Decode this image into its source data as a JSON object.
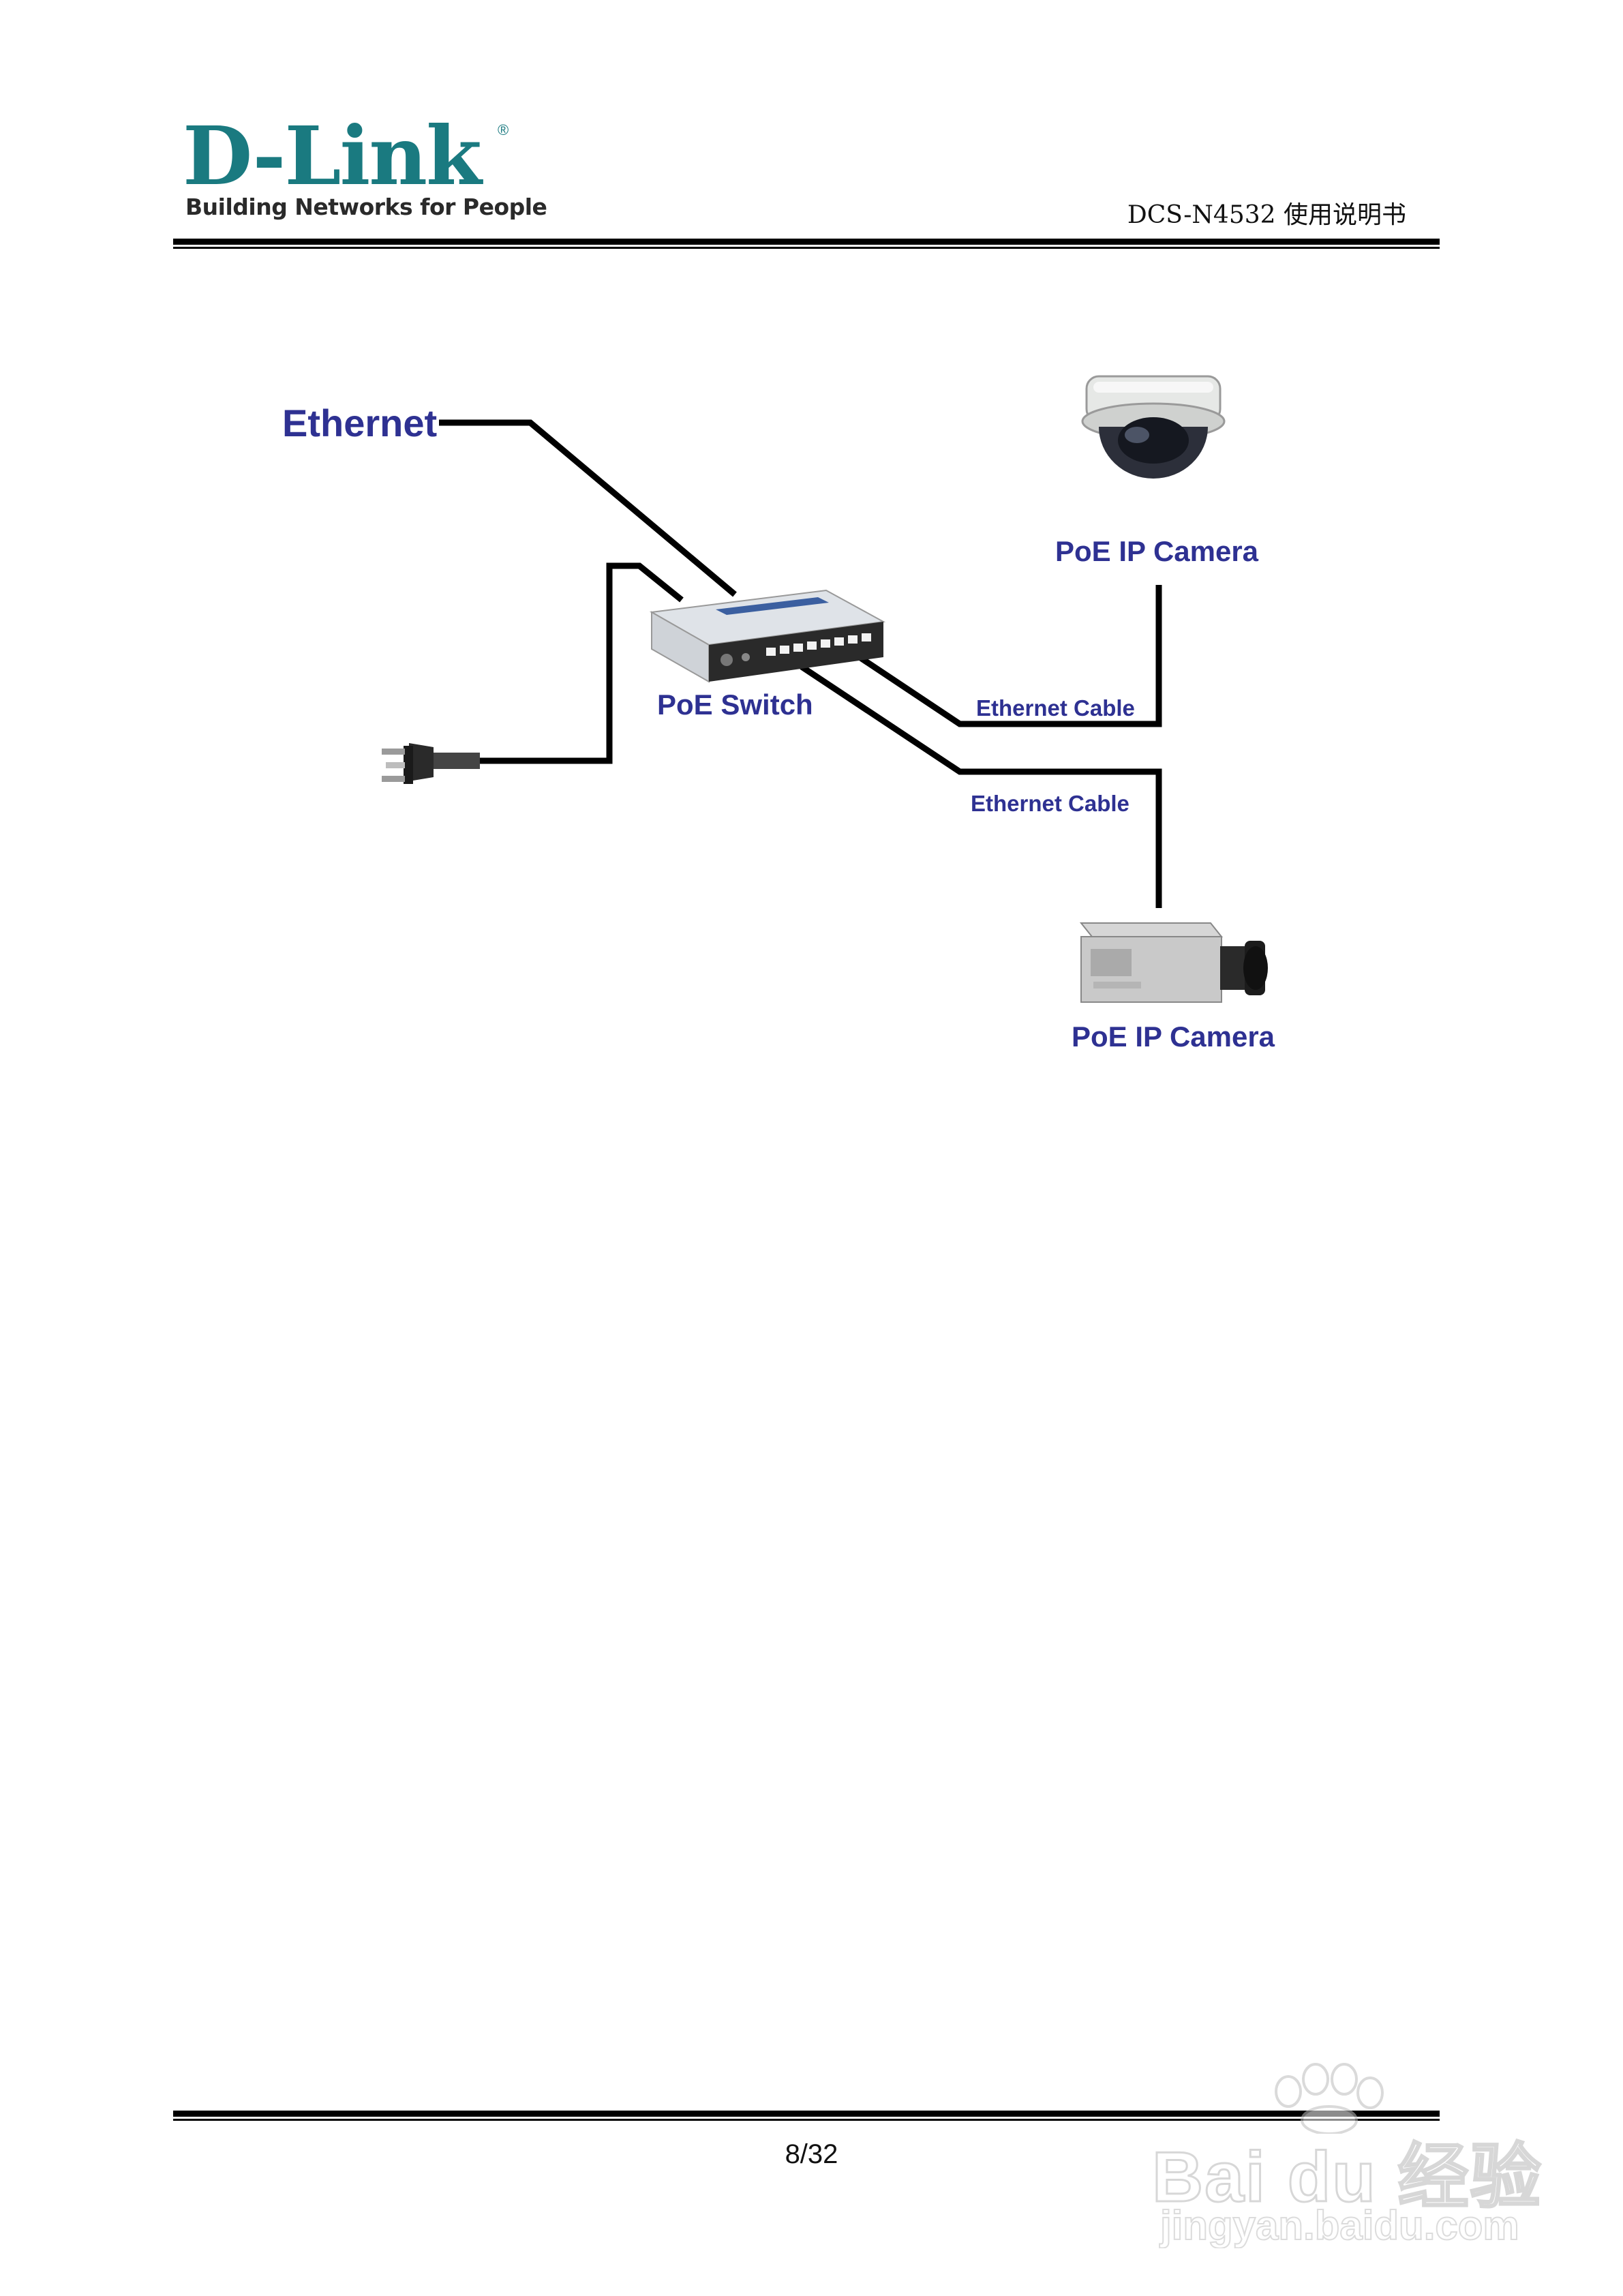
{
  "header": {
    "logo_text": "D-Link",
    "logo_tagline": "Building Networks for People",
    "doc_title": "DCS-N4532 使用说明书"
  },
  "diagram": {
    "ethernet_label": "Ethernet",
    "camera_top_label": "PoE IP Camera",
    "switch_label": "PoE Switch",
    "cable_label_1": "Ethernet Cable",
    "cable_label_2": "Ethernet Cable",
    "camera_bottom_label": "PoE IP Camera"
  },
  "footer": {
    "page_number": "8/32"
  },
  "watermark": {
    "brand": "Bai du 经验",
    "url": "jingyan.baidu.com"
  },
  "colors": {
    "label_blue": "#2e3192",
    "logo_teal": "#1a7a80"
  }
}
